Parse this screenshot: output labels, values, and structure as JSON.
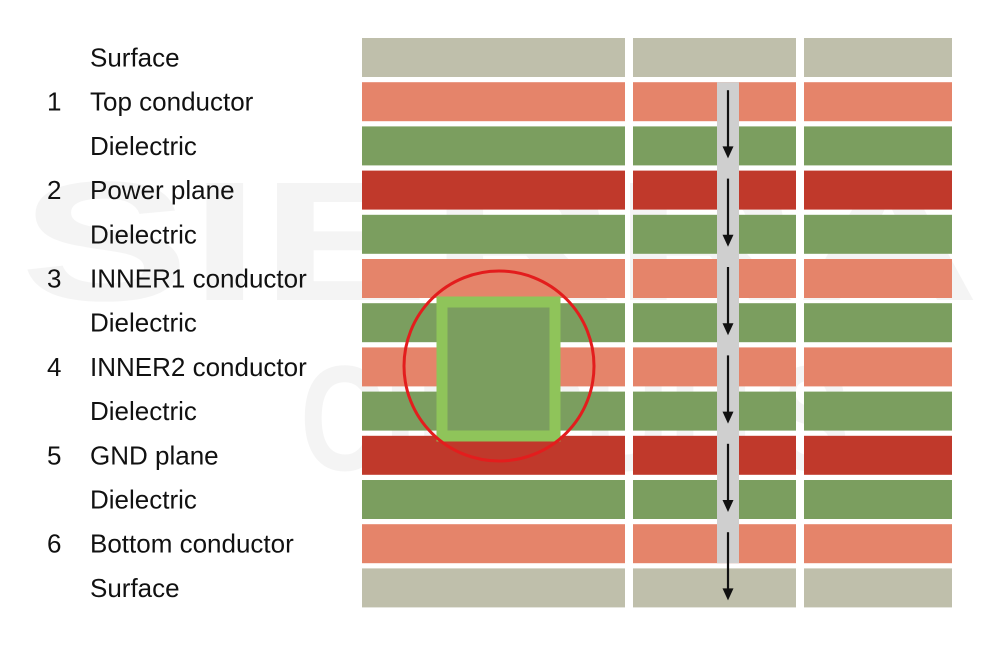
{
  "colors": {
    "surface": "#bfbfab",
    "signal": "#e5846a",
    "dielectric": "#7b9e5f",
    "plane": "#c0392b",
    "via": "#cfcfcf",
    "arrow": "#111111",
    "highlight_circle": "#e31d1d",
    "highlight_box": "#8fc45a"
  },
  "layers": [
    {
      "num": "",
      "name": "Surface",
      "kind": "surface"
    },
    {
      "num": "1",
      "name": "Top conductor",
      "kind": "signal"
    },
    {
      "num": "",
      "name": "Dielectric",
      "kind": "dielectric"
    },
    {
      "num": "2",
      "name": "Power plane",
      "kind": "plane"
    },
    {
      "num": "",
      "name": "Dielectric",
      "kind": "dielectric"
    },
    {
      "num": "3",
      "name": "INNER1 conductor",
      "kind": "signal"
    },
    {
      "num": "",
      "name": "Dielectric",
      "kind": "dielectric"
    },
    {
      "num": "4",
      "name": "INNER2 conductor",
      "kind": "signal"
    },
    {
      "num": "",
      "name": "Dielectric",
      "kind": "dielectric"
    },
    {
      "num": "5",
      "name": "GND plane",
      "kind": "plane"
    },
    {
      "num": "",
      "name": "Dielectric",
      "kind": "dielectric"
    },
    {
      "num": "6",
      "name": "Bottom conductor",
      "kind": "signal"
    },
    {
      "num": "",
      "name": "Surface",
      "kind": "surface"
    }
  ],
  "watermark": {
    "line1": "SIERRA",
    "line2": "CIRCUITS"
  }
}
